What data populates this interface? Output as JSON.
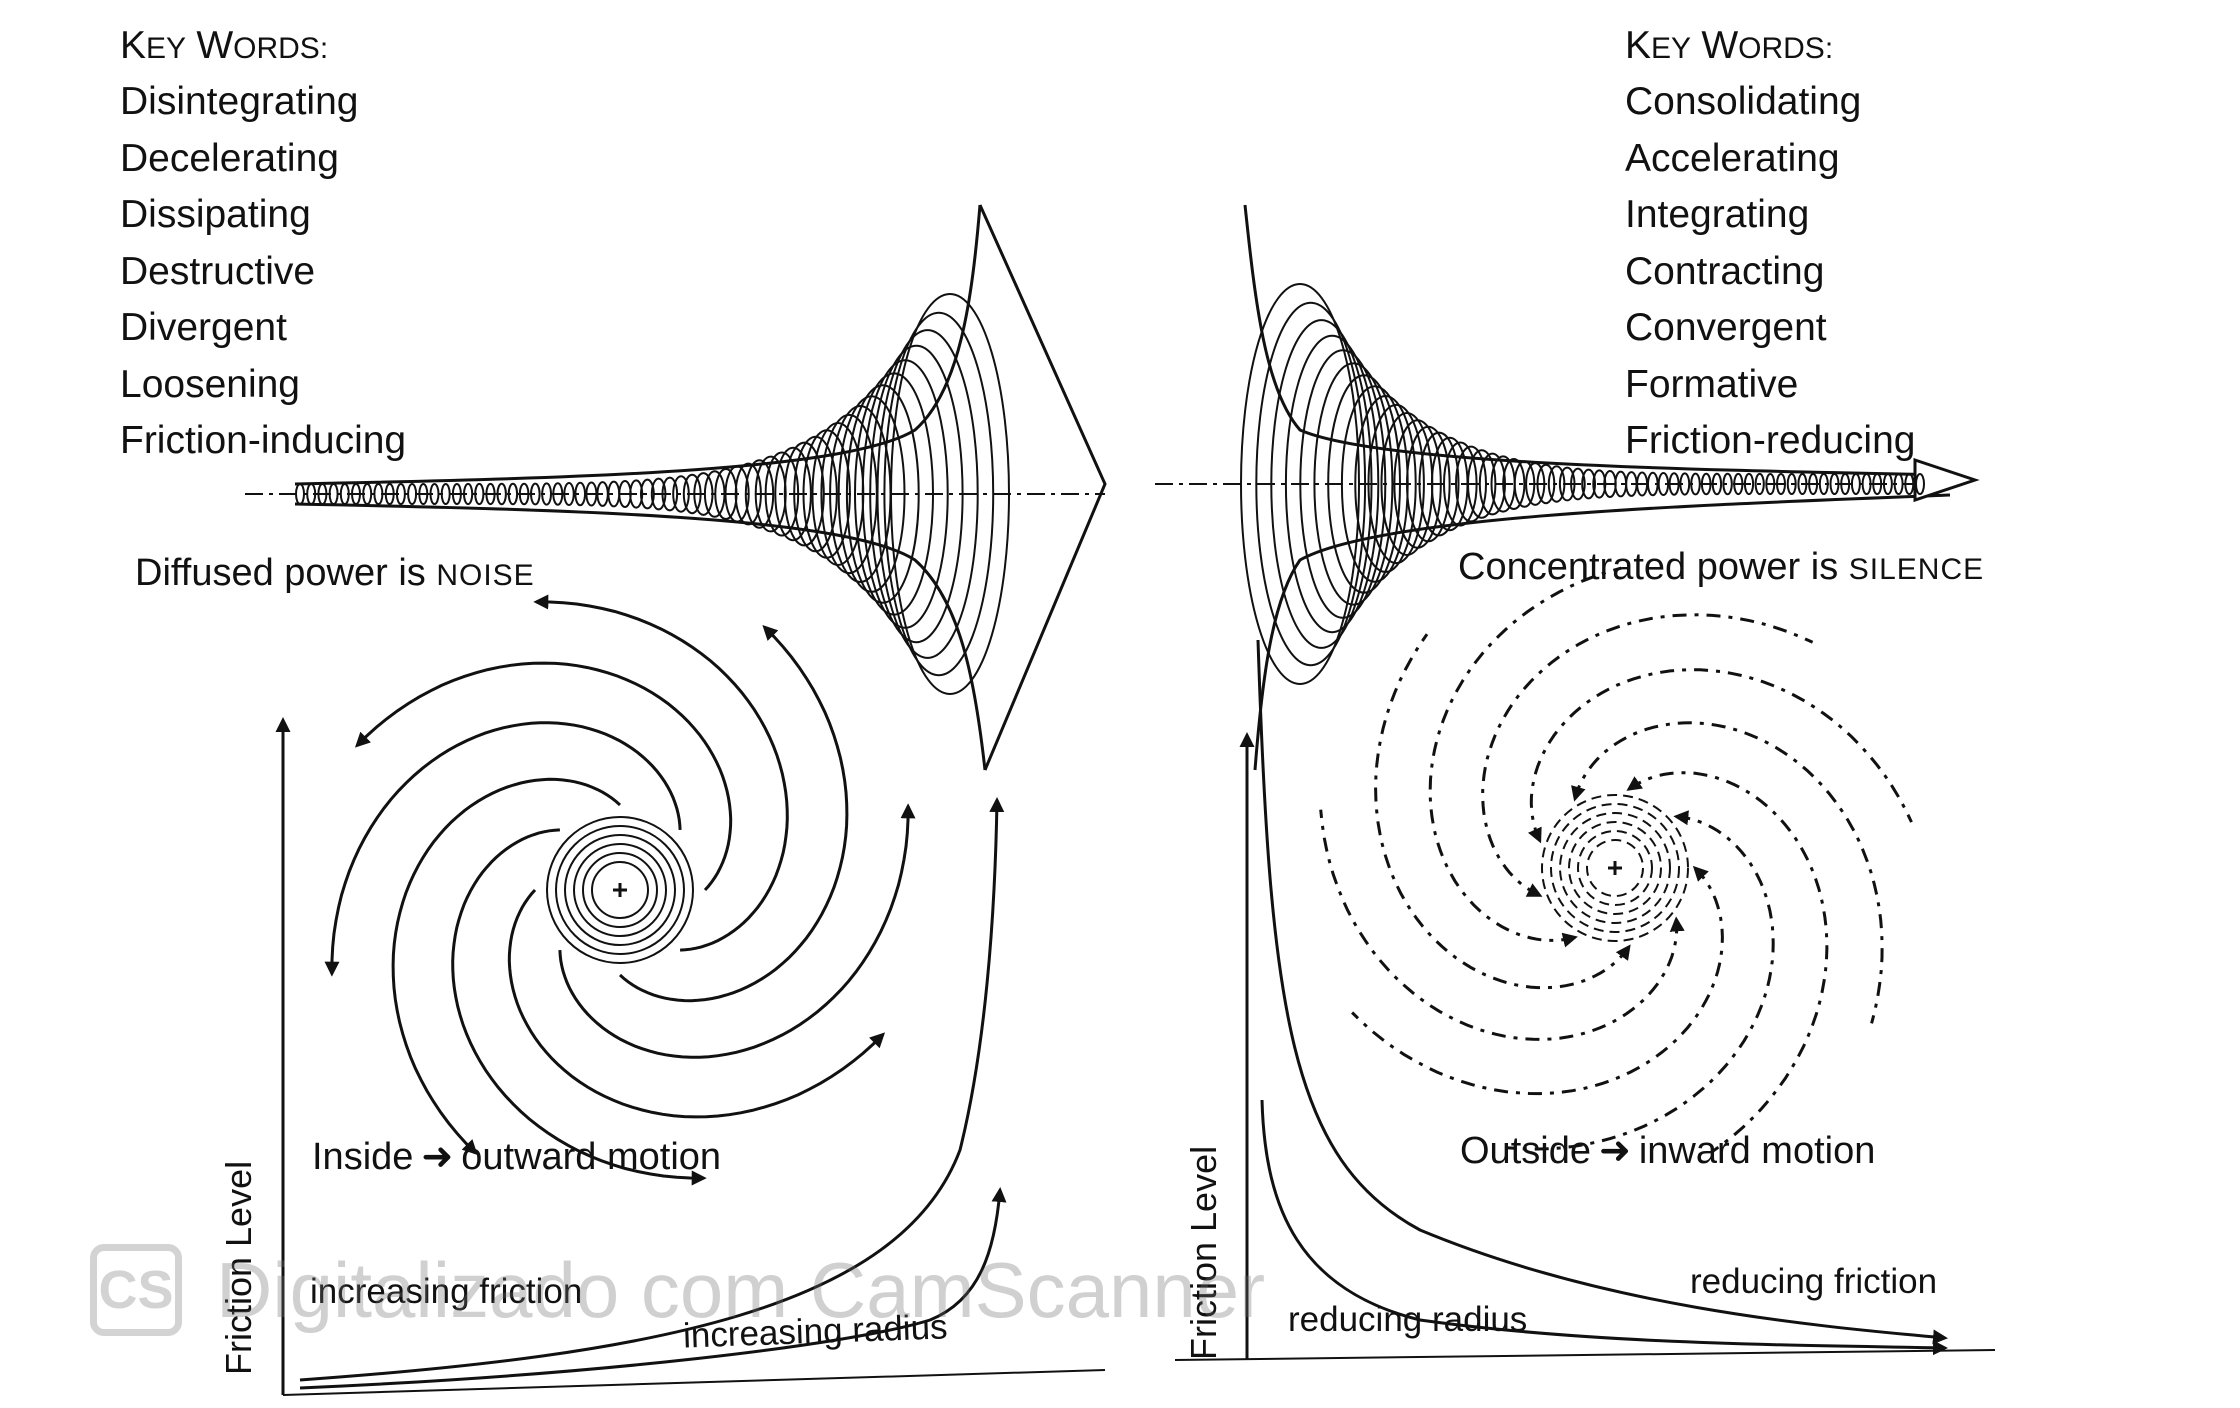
{
  "left_panel": {
    "key_words_heading": {
      "k": "K",
      "ey": "EY",
      "w": "W",
      "ords": "ORDS:"
    },
    "key_words": [
      "Disintegrating",
      "Decelerating",
      "Dissipating",
      "Destructive",
      "Divergent",
      "Loosening",
      "Friction-inducing"
    ],
    "caption_prefix": "Diffused power is ",
    "caption_smallcaps": "NOISE",
    "motion_from": "Inside",
    "motion_arrow": "➜",
    "motion_to": "outward motion",
    "y_axis_label": "Friction Level",
    "curve_label": "increasing friction",
    "radius_label": "increasing radius"
  },
  "right_panel": {
    "key_words_heading": {
      "k": "K",
      "ey": "EY",
      "w": "W",
      "ords": "ORDS:"
    },
    "key_words": [
      "Consolidating",
      "Accelerating",
      "Integrating",
      "Contracting",
      "Convergent",
      "Formative",
      "Friction-reducing"
    ],
    "caption_prefix": "Concentrated power is ",
    "caption_smallcaps": "SILENCE",
    "motion_from": "Outside",
    "motion_arrow": "➜",
    "motion_to": "inward motion",
    "y_axis_label": "Friction Level",
    "curve_label": "reducing friction",
    "radius_label": "reducing radius"
  },
  "watermark": {
    "logo": "CS",
    "text": "Digitalizado com CamScanner"
  }
}
